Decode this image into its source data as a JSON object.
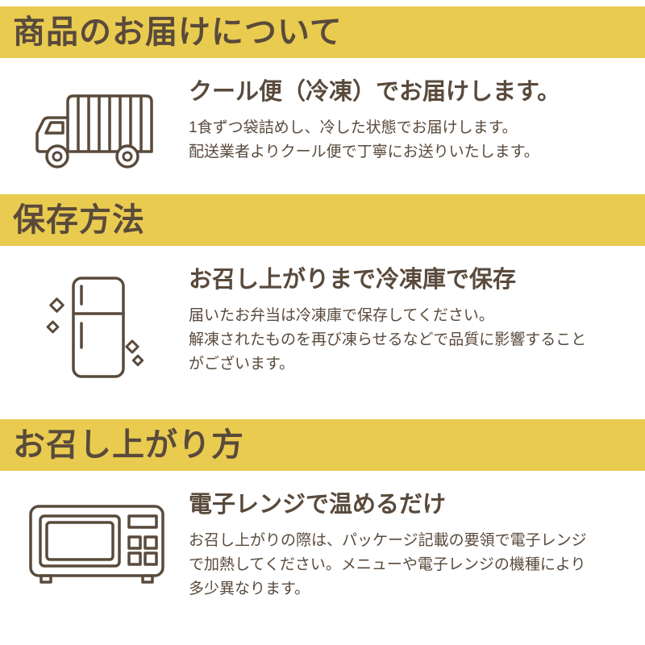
{
  "colors": {
    "banner_bg": "#e9cb50",
    "text_brown": "#594a3c",
    "background": "#ffffff"
  },
  "sections": [
    {
      "banner": "商品のお届けについて",
      "icon": "truck-icon",
      "heading": "クール便（冷凍）でお届けします。",
      "body": "1食ずつ袋詰めし、冷した状態でお届けします。\n配送業者よりクール便で丁寧にお送りいたします。"
    },
    {
      "banner": "保存方法",
      "icon": "fridge-icon",
      "heading": "お召し上がりまで冷凍庫で保存",
      "body": "届いたお弁当は冷凍庫で保存してください。\n解凍されたものを再び凍らせるなどで品質に影響することがございます。"
    },
    {
      "banner": "お召し上がり方",
      "icon": "microwave-icon",
      "heading": "電子レンジで温めるだけ",
      "body": "お召し上がりの際は、パッケージ記載の要領で電子レンジで加熱してください。メニューや電子レンジの機種により多少異なります。"
    }
  ]
}
